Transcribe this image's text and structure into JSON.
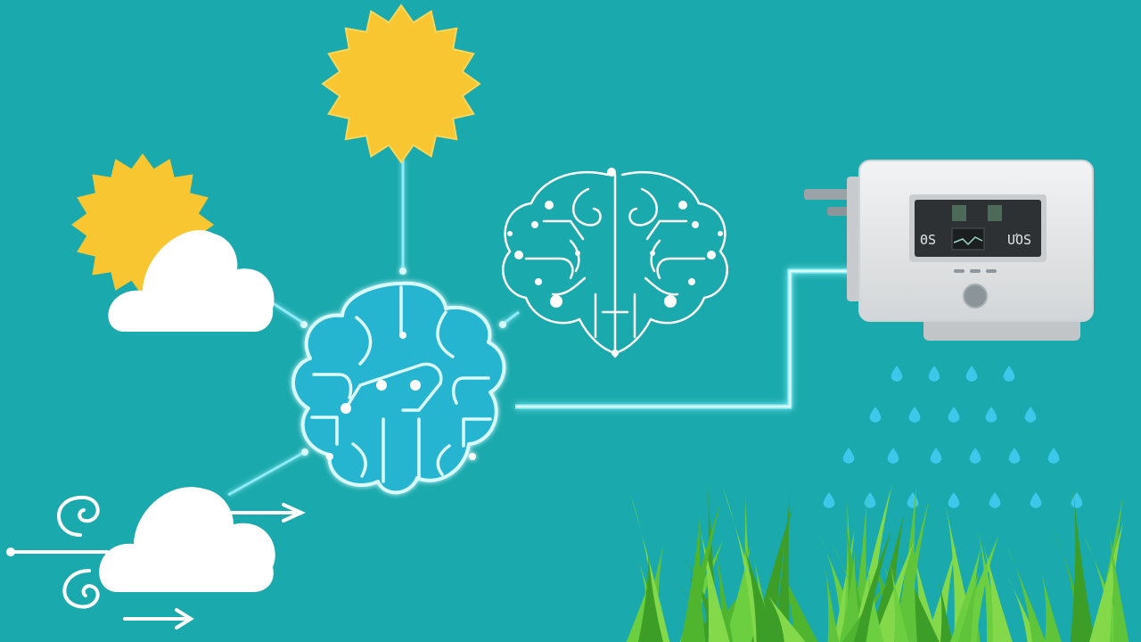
{
  "scene": {
    "background": "#1aa9ac",
    "accent_glow": "#7ff3ff",
    "sun_color": "#f7c630",
    "cloud_color": "#ffffff",
    "brain_color": "#2ec0d6",
    "grass_color": "#5fc43a",
    "drop_color": "#3cc8ea",
    "device_color": "#e6e8e9"
  },
  "nodes": [
    {
      "id": "sun-top",
      "icon": "sun-icon"
    },
    {
      "id": "sun-cloud",
      "icon": "partly-cloudy-icon"
    },
    {
      "id": "wind-cloud",
      "icon": "windy-cloud-icon"
    },
    {
      "id": "ai-brain",
      "icon": "circuit-brain-icon"
    },
    {
      "id": "neural-brain",
      "icon": "neural-brain-icon"
    },
    {
      "id": "irrigation-controller",
      "icon": "controller-device-icon"
    },
    {
      "id": "water-drops",
      "icon": "water-drop-icon"
    },
    {
      "id": "grass",
      "icon": "grass-icon"
    }
  ],
  "device": {
    "display_left": "ΘS",
    "display_right": "UΌS"
  }
}
